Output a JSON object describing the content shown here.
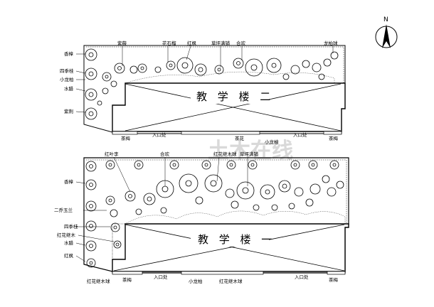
{
  "north": "N",
  "watermark": "土木在线",
  "top_plan": {
    "building": "教 学 楼 二",
    "labels_top": [
      "紫薇",
      "花石榴",
      "红枫",
      "草坪满铺",
      "合欢",
      "龙柏球"
    ],
    "labels_left": [
      "香樟",
      "四季桂",
      "小龙柏",
      "水腊",
      "紫荆"
    ],
    "labels_bottom": [
      "茶梅",
      "入口处",
      "茶花",
      "小龙柏",
      "入口处",
      "茶梅"
    ]
  },
  "bottom_plan": {
    "building": "教 学 楼 一",
    "labels_top": [
      "红叶李",
      "合欢",
      "红花继木球",
      "草坪满铺"
    ],
    "labels_left": [
      "香樟",
      "二乔玉兰",
      "四季桂",
      "红花继木",
      "水腊",
      "红枫"
    ],
    "labels_bottom": [
      "红花继木球",
      "茶梅",
      "入口处",
      "小龙柏",
      "红花继木球",
      "入口处",
      "茶梅"
    ]
  },
  "colors": {
    "line": "#000000",
    "watermark": "#d9d9d9"
  }
}
